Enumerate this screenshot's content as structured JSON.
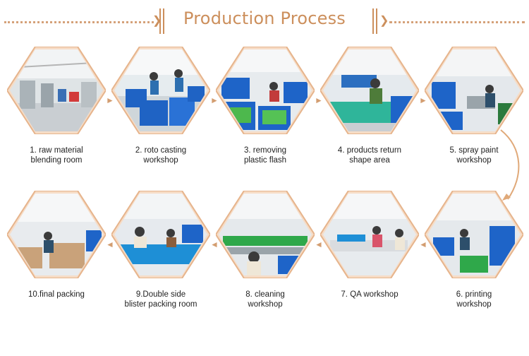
{
  "title": "Production Process",
  "colors": {
    "accent": "#cc8f5c",
    "hex_border": "#e6b48c",
    "hex_fill": "#f6dcc6"
  },
  "steps": [
    {
      "line1": "1. raw material",
      "line2": "blending room",
      "scene": "factory floor with mixing tanks"
    },
    {
      "line1": "2. roto casting",
      "line2": "workshop",
      "scene": "blue crates, workers in blue"
    },
    {
      "line1": "3. removing",
      "line2": "plastic flash",
      "scene": "blue bins with green parts"
    },
    {
      "line1": "4. products return",
      "line2": "shape area",
      "scene": "worker at table with products"
    },
    {
      "line1": "5. spray paint",
      "line2": "workshop",
      "scene": "spray paint line"
    },
    {
      "line1": "6. printing",
      "line2": "workshop",
      "scene": "blue crates, printing"
    },
    {
      "line1": "7. QA workshop",
      "line2": "",
      "scene": "quality check tables"
    },
    {
      "line1": "8. cleaning",
      "line2": "workshop",
      "scene": "long cleaning line"
    },
    {
      "line1": "9.Double side",
      "line2": "blister packing room",
      "scene": "blister packing tables"
    },
    {
      "line1": "10.final packing",
      "line2": "",
      "scene": "carton packing"
    }
  ]
}
